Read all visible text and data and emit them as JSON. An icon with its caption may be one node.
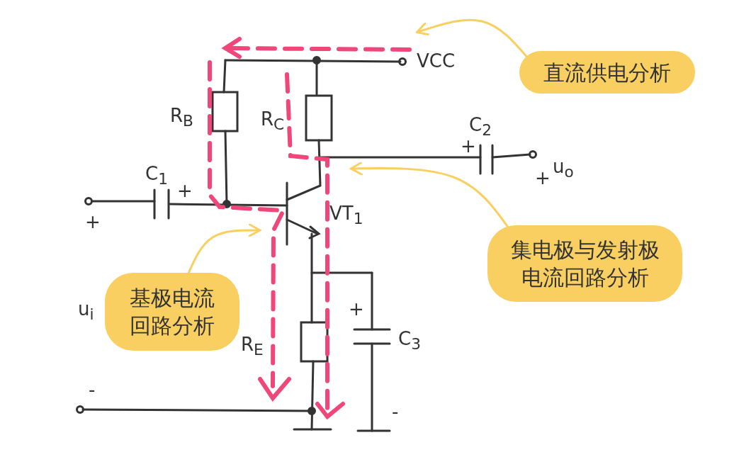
{
  "diagram": {
    "nodes": [
      {
        "text": [
          "直流供电分析"
        ]
      },
      {
        "text": [
          "集电极与发射极电流回路分析"
        ]
      },
      {
        "text": [
          "基极电流回路分析"
        ]
      }
    ],
    "edges": [
      {
        "from": 0,
        "to": null,
        "arrow": "to",
        "color": "#f8cf60"
      },
      {
        "from": 1,
        "to": null,
        "arrow": "to",
        "color": "#f8cf60"
      },
      {
        "from": 2,
        "to": null,
        "arrow": "to",
        "color": "#f8cf60"
      }
    ],
    "labels": [
      "VCC",
      "R$_{B}$",
      "R$_{C}$",
      "C$_{2}$",
      "+",
      "C$_{1}$",
      "+",
      "u$_{o}$",
      "+",
      "VT$_{1}$",
      "u$_{i}$",
      "+",
      "R$_{E}$",
      "+",
      "C$_{3}$",
      "-",
      "-"
    ]
  }
}
